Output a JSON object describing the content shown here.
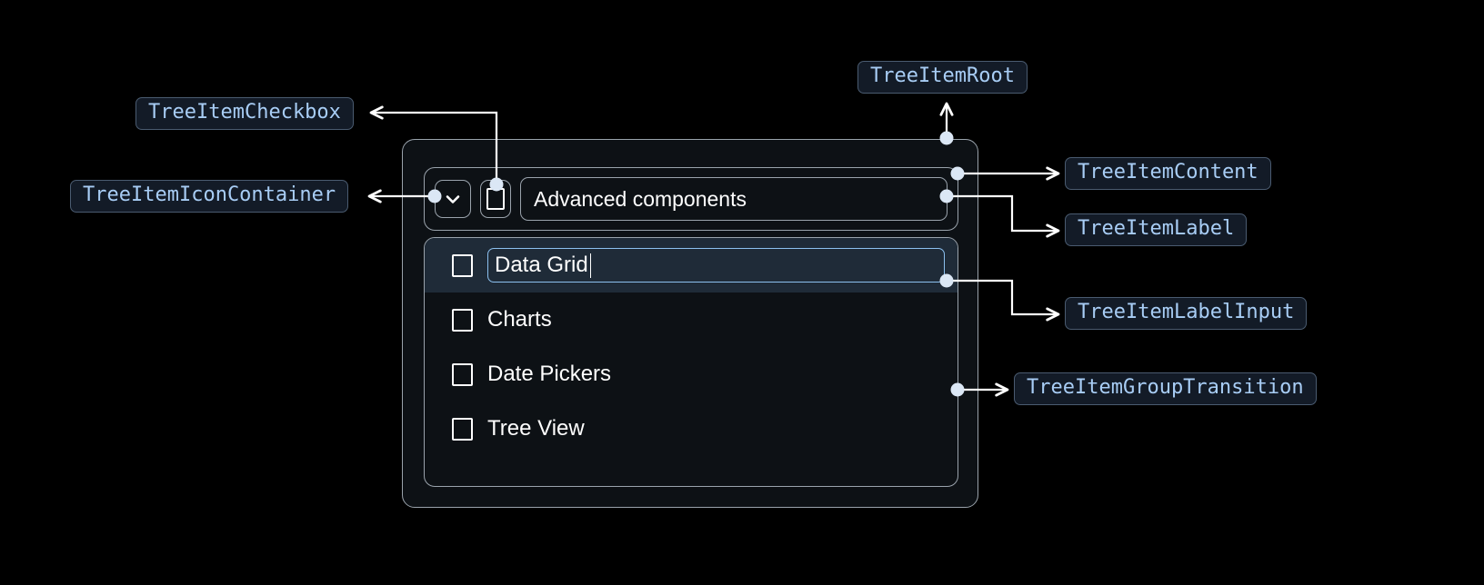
{
  "background_color": "#000000",
  "accent_color": "#a8cdf5",
  "badge_bg": "#131b27",
  "badge_border": "#4a5b70",
  "widget": {
    "border_color": "#9aa3ac",
    "fill_color": "#0d1115",
    "header": {
      "expand_icon": "chevron-down-icon",
      "checkbox_icon": "unchecked-checkbox-icon",
      "label": "Advanced components"
    },
    "items": [
      {
        "label": "Data Grid",
        "editing": true,
        "selected": true,
        "checkbox_icon": "unchecked-checkbox-icon"
      },
      {
        "label": "Charts",
        "editing": false,
        "selected": false,
        "checkbox_icon": "unchecked-checkbox-icon"
      },
      {
        "label": "Date Pickers",
        "editing": false,
        "selected": false,
        "checkbox_icon": "unchecked-checkbox-icon"
      },
      {
        "label": "Tree View",
        "editing": false,
        "selected": false,
        "checkbox_icon": "unchecked-checkbox-icon"
      }
    ]
  },
  "annotations": {
    "checkbox": "TreeItemCheckbox",
    "icon_container": "TreeItemIconContainer",
    "root": "TreeItemRoot",
    "content": "TreeItemContent",
    "label": "TreeItemLabel",
    "label_input": "TreeItemLabelInput",
    "group_transition": "TreeItemGroupTransition"
  }
}
